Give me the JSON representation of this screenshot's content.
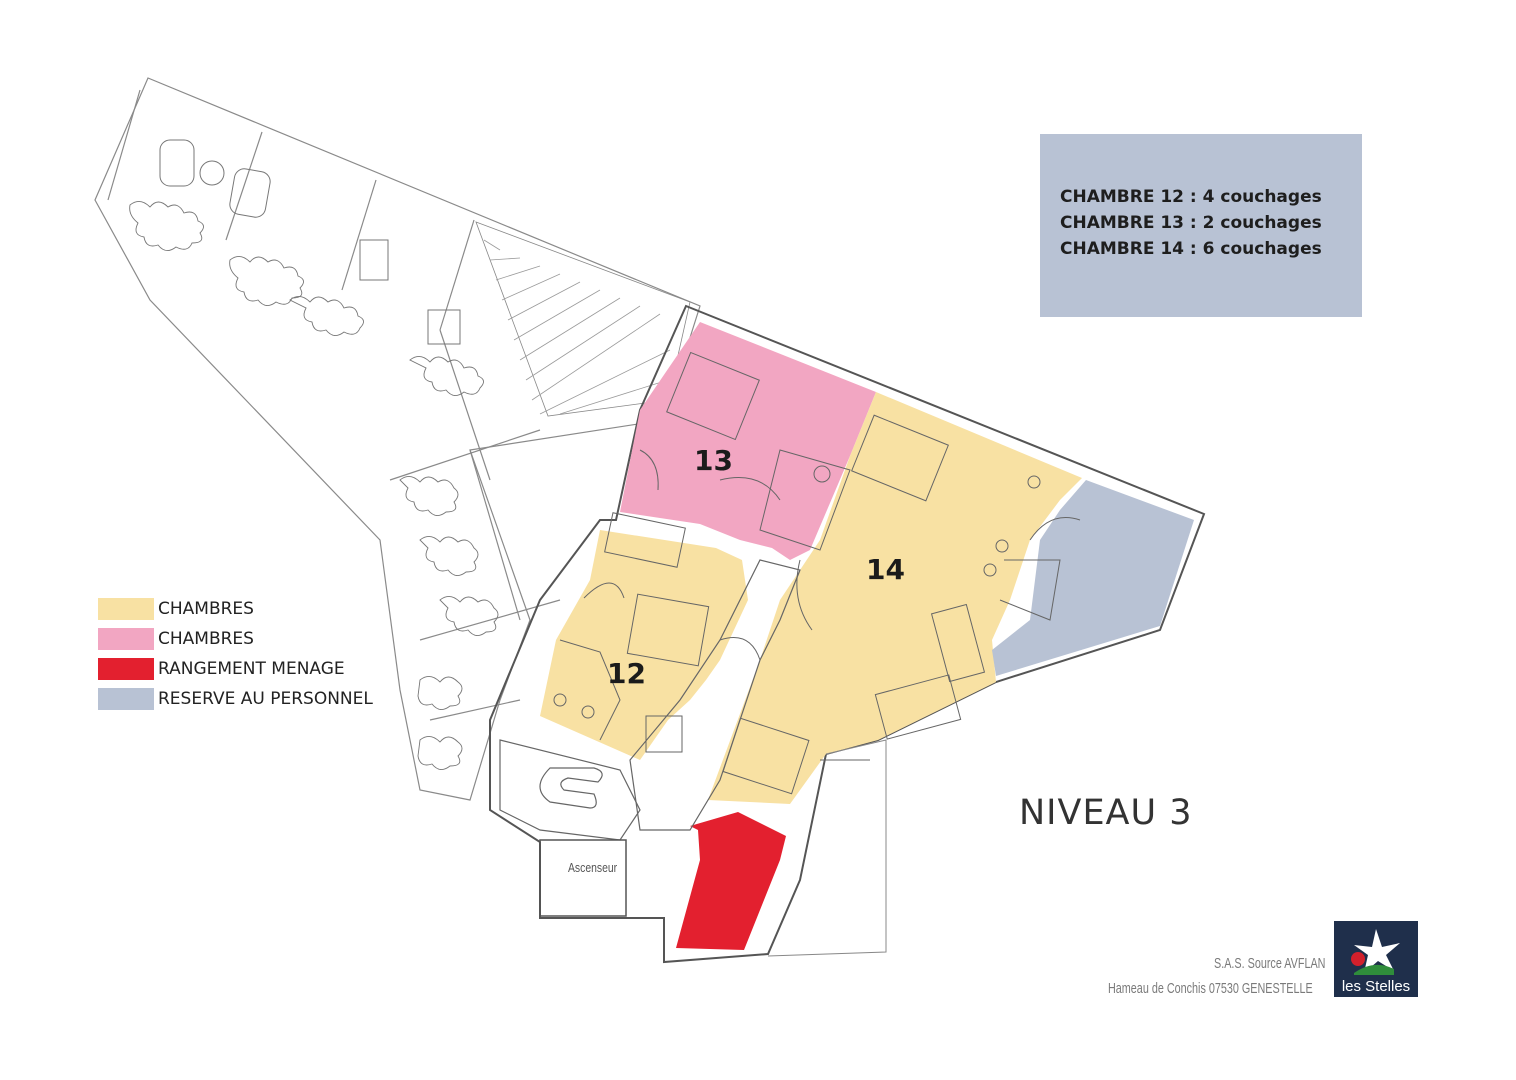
{
  "info_box": {
    "lines": [
      "CHAMBRE 12 : 4 couchages",
      "CHAMBRE 13 : 2 couchages",
      "CHAMBRE 14 : 6 couchages"
    ],
    "color": "#b8c2d4"
  },
  "legend": [
    {
      "label": "CHAMBRES",
      "color": "#f8e1a3"
    },
    {
      "label": "CHAMBRES",
      "color": "#f2a6c2"
    },
    {
      "label": "RANGEMENT MENAGE",
      "color": "#e3202f"
    },
    {
      "label": "RESERVE AU PERSONNEL",
      "color": "#b8c2d4"
    }
  ],
  "rooms": {
    "r12": "12",
    "r13": "13",
    "r14": "14"
  },
  "level_title": "NIVEAU 3",
  "elevator_label": "Ascenseur",
  "company": {
    "line1": "S.A.S. Source AVFLAN",
    "line2": "Hameau de Conchis   07530 GENESTELLE"
  },
  "logo": {
    "text": "les Stelles",
    "colors": {
      "background": "#1f2f4b",
      "star": "#ffffff",
      "apple": "#d2202c",
      "hill": "#2f8d3b"
    }
  }
}
